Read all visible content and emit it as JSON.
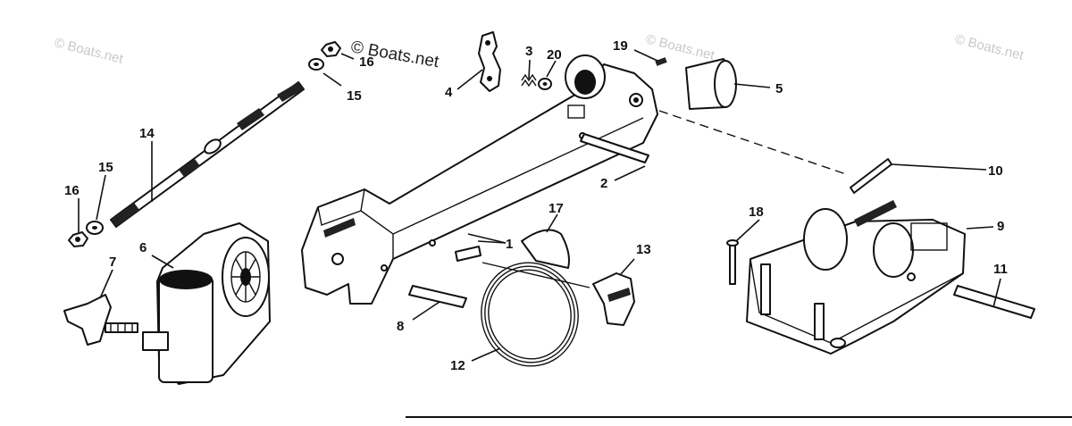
{
  "watermarks": {
    "left": "© Boats.net",
    "center": "© Boats.net",
    "right": "© Boats.net",
    "small": "© Boats.net"
  },
  "callouts": {
    "c1": "1",
    "c2": "2",
    "c3": "3",
    "c4": "4",
    "c5": "5",
    "c6": "6",
    "c7": "7",
    "c8": "8",
    "c9": "9",
    "c10": "10",
    "c11": "11",
    "c12": "12",
    "c13": "13",
    "c14": "14",
    "c15a": "15",
    "c15b": "15",
    "c16a": "16",
    "c16b": "16",
    "c17": "17",
    "c18": "18",
    "c19": "19",
    "c20": "20"
  },
  "colors": {
    "line": "#111111",
    "watermark": "#c8c8c8",
    "background": "#ffffff"
  }
}
